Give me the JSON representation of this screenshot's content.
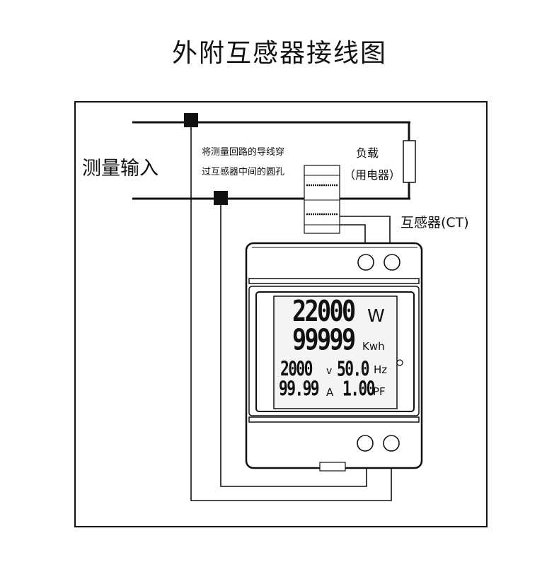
{
  "title": "外附互感器接线图",
  "labels": {
    "measure_input": "测量输入",
    "note_line1": "将测量回路的导线穿",
    "note_line2": "过互感器中间的圆孔",
    "load_line1": "负载",
    "load_line2": "（用电器）",
    "ct": "互感器(CT)"
  },
  "display": {
    "power": {
      "value": "22000",
      "unit": "W"
    },
    "energy": {
      "value": "99999",
      "unit": "Kwh"
    },
    "voltage": {
      "value": "2000",
      "unit": "v"
    },
    "current": {
      "value": "99.99",
      "unit": "A"
    },
    "frequency": {
      "value": "50.0",
      "unit": "Hz"
    },
    "power_factor": {
      "value": "1.00",
      "unit": "PF"
    }
  }
}
